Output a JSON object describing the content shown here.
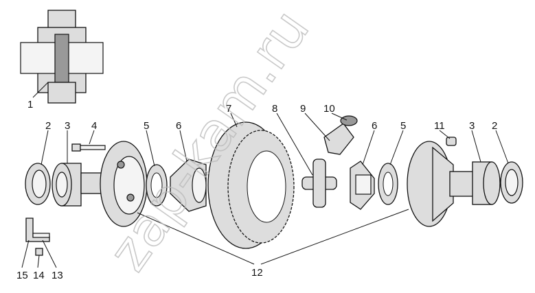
{
  "watermark": "zap-kam.ru",
  "callouts": {
    "c1": "1",
    "c2a": "2",
    "c3a": "3",
    "c4": "4",
    "c5a": "5",
    "c6a": "6",
    "c7": "7",
    "c8": "8",
    "c9": "9",
    "c10": "10",
    "c6b": "6",
    "c5b": "5",
    "c11": "11",
    "c3b": "3",
    "c2b": "2",
    "c12": "12",
    "c15": "15",
    "c14": "14",
    "c13": "13"
  }
}
